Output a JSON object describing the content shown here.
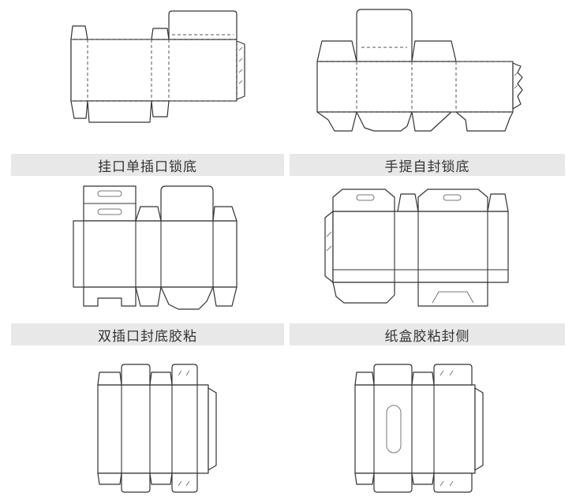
{
  "captions": [
    "挂口单插口锁底",
    "手提自封锁底",
    "双插口封底胶粘",
    "纸盒胶粘封侧"
  ]
}
